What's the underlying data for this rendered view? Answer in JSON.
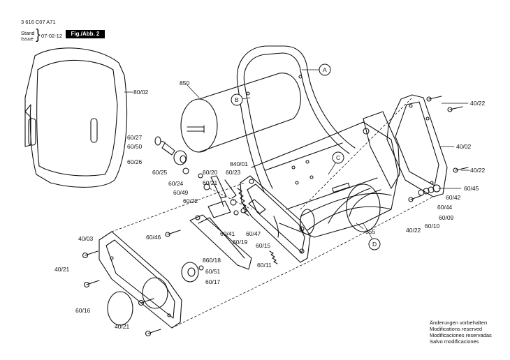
{
  "header": {
    "doc_number": "3 616 C07 A71",
    "stand_label": "Stand",
    "issue_label": "Issue",
    "brace": "}",
    "issue_date": "07-02-12",
    "figure_label": "Fig./Abb. 2"
  },
  "parts": {
    "p80_02": "80/02",
    "p850": "850",
    "pA": "A",
    "pB": "B",
    "pC": "C",
    "pD": "D",
    "p40_22_a": "40/22",
    "p40_02_right": "40/02",
    "p40_22_b": "40/22",
    "p60_27": "60/27",
    "p60_50": "60/50",
    "p60_26": "60/26",
    "p60_25": "60/25",
    "p60_24": "60/24",
    "p60_49": "60/49",
    "p60_20": "60/20",
    "p60_21": "60/21",
    "p60_23": "60/23",
    "p840_01": "840/01",
    "p60_22": "60/22",
    "p60_45": "60/45",
    "p60_42": "60/42",
    "p60_44": "60/44",
    "p60_09": "60/09",
    "p60_10": "60/10",
    "p40_22_c": "40/22",
    "p855": "855",
    "p40_03": "40/03",
    "p60_46": "60/46",
    "p60_41": "60/41",
    "p60_47": "60/47",
    "p60_19": "60/19",
    "p60_15": "60/15",
    "p40_21_a": "40/21",
    "p860_18": "860/18",
    "p60_51": "60/51",
    "p60_17": "60/17",
    "p60_11": "60/11",
    "p60_16": "60/16",
    "p40_21_b": "40/21"
  },
  "footer": {
    "line1": "Änderungen vorbehalten",
    "line2": "Modifications reserved",
    "line3": "Modificaciones reservadas",
    "line4": "Salvo modificaciones"
  }
}
